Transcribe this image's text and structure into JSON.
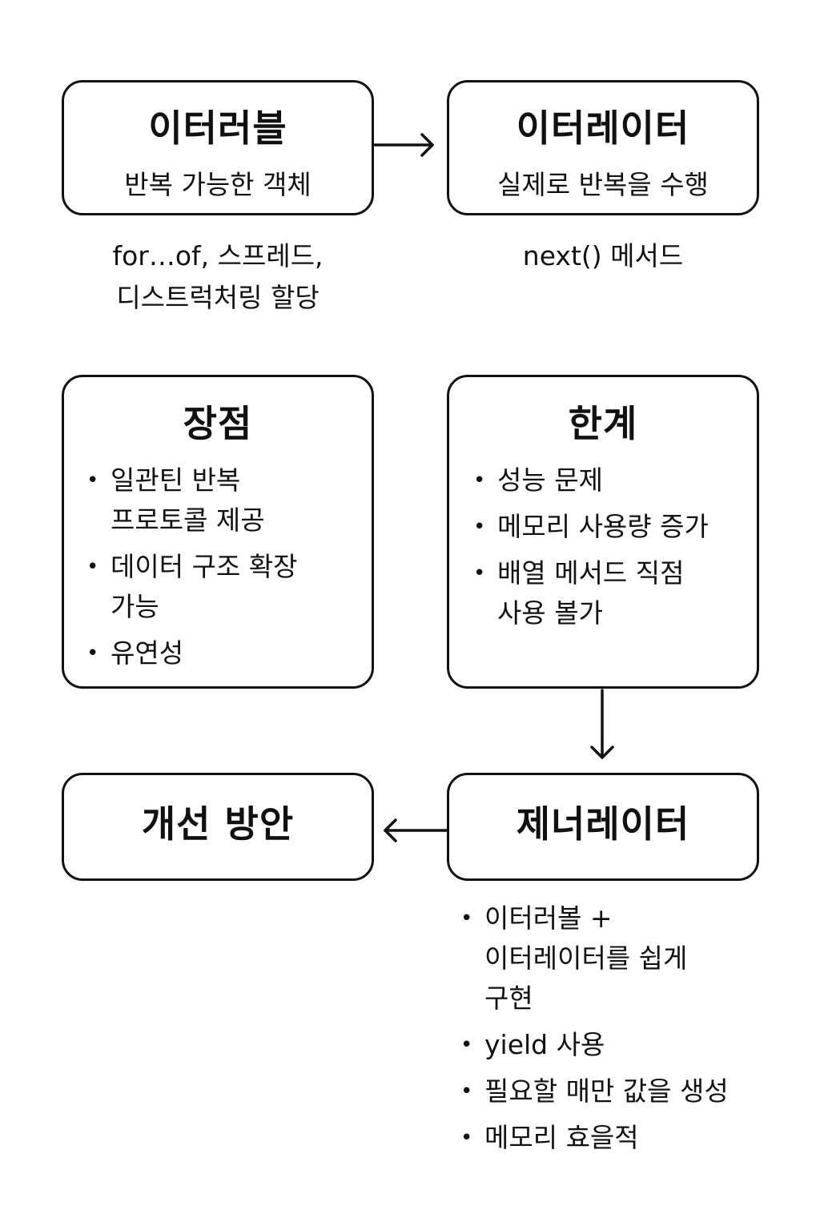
{
  "iterable": {
    "title": "이터러블",
    "subtitle": "반복 가능한 객체",
    "caption": [
      "for…of, 스프레드,",
      "디스트럭처링 할당"
    ]
  },
  "iterator": {
    "title": "이터레이터",
    "subtitle": "실제로 반복을 수행",
    "caption": [
      "next() 메서드"
    ]
  },
  "advantages": {
    "title": "장점",
    "items": [
      [
        "일관틴 반복",
        "프로토콜 제공"
      ],
      [
        "데이터 구조 확장",
        "가능"
      ],
      [
        "유연성"
      ]
    ]
  },
  "limits": {
    "title": "한계",
    "items": [
      [
        "성능 문제"
      ],
      [
        "메모리 사용량 증가"
      ],
      [
        "배열 메서드 직점",
        "사용 볼가"
      ]
    ]
  },
  "improvement": {
    "title": "개선 방안"
  },
  "generator": {
    "title": "제너레이터",
    "items": [
      [
        "이터러볼 +",
        "이터레이터를 쉽게",
        "구현"
      ],
      [
        "yield 사용"
      ],
      [
        "필요할 매만 값을 생성"
      ],
      [
        "메모리 효을적"
      ]
    ]
  }
}
